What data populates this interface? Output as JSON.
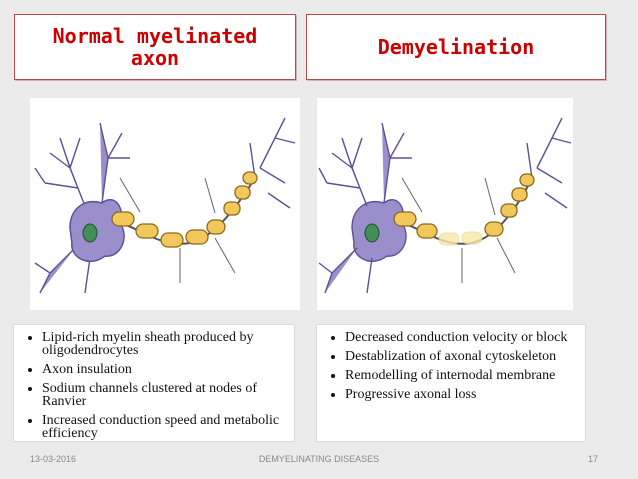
{
  "titles": {
    "left_line1": "Normal myelinated",
    "left_line2": "axon",
    "right": "Demyelination"
  },
  "left_bullets": [
    "Lipid-rich myelin sheath produced by oligodendrocytes",
    "Axon insulation",
    "Sodium channels clustered at nodes of Ranvier",
    "Increased conduction speed and metabolic efficiency"
  ],
  "right_bullets": [
    "Decreased conduction velocity or block",
    "Destablization of axonal cytoskeleton",
    "Remodelling of internodal membrane",
    "Progressive axonal loss"
  ],
  "footer": {
    "date": "13-03-2016",
    "title": "DEMYELINATING DISEASES",
    "page": "17"
  },
  "colors": {
    "title_text": "#cc0000",
    "neuron_body": "#9a8fcb",
    "nucleus": "#3f8f57",
    "myelin": "#f2c75c"
  }
}
